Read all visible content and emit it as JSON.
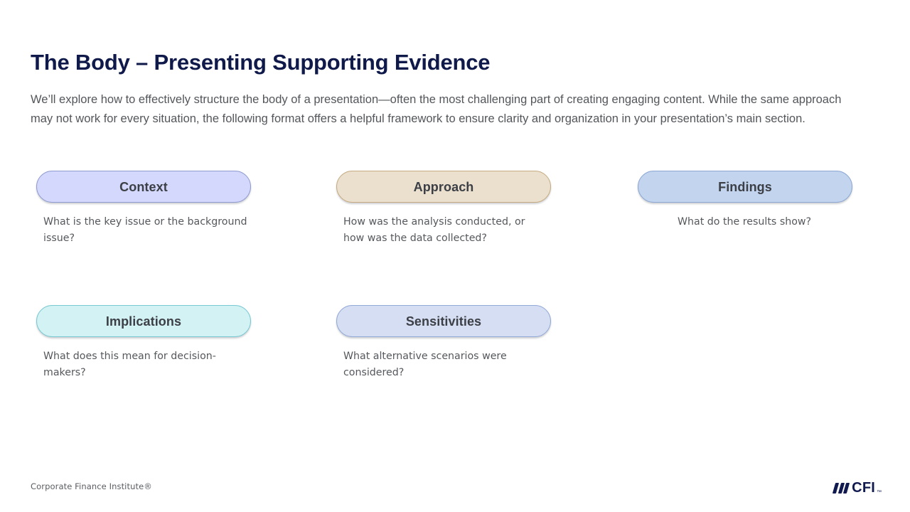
{
  "slide": {
    "title": "The Body – Presenting Supporting Evidence",
    "intro": "We’ll explore how to effectively structure the body of a presentation—often the most challenging part of creating engaging content. While the same approach may not work for every situation, the following format offers a helpful framework to ensure clarity and organization in your presentation’s main section."
  },
  "items": [
    {
      "label": "Context",
      "caption": "What is the key issue or the background issue?",
      "fill": "#d4d8fc",
      "border": "#8f9bd0"
    },
    {
      "label": "Approach",
      "caption": "How was the analysis conducted, or how was the data collected?",
      "fill": "#ebe0ce",
      "border": "#c5ab82"
    },
    {
      "label": "Findings",
      "caption": "What do the results show?",
      "fill": "#c3d4ef",
      "border": "#8ba7d2"
    },
    {
      "label": "Implications",
      "caption": "What does this mean for decision-makers?",
      "fill": "#d2f2f4",
      "border": "#79c9d2"
    },
    {
      "label": "Sensitivities",
      "caption": "What alternative scenarios were considered?",
      "fill": "#d5def2",
      "border": "#93a9d6"
    }
  ],
  "footer": {
    "copyright": "Corporate Finance Institute®",
    "logo_word": "CFI",
    "logo_tm": "™"
  },
  "colors": {
    "title": "#101a4a",
    "body_text": "#53565a",
    "brand_navy": "#111a4e"
  }
}
